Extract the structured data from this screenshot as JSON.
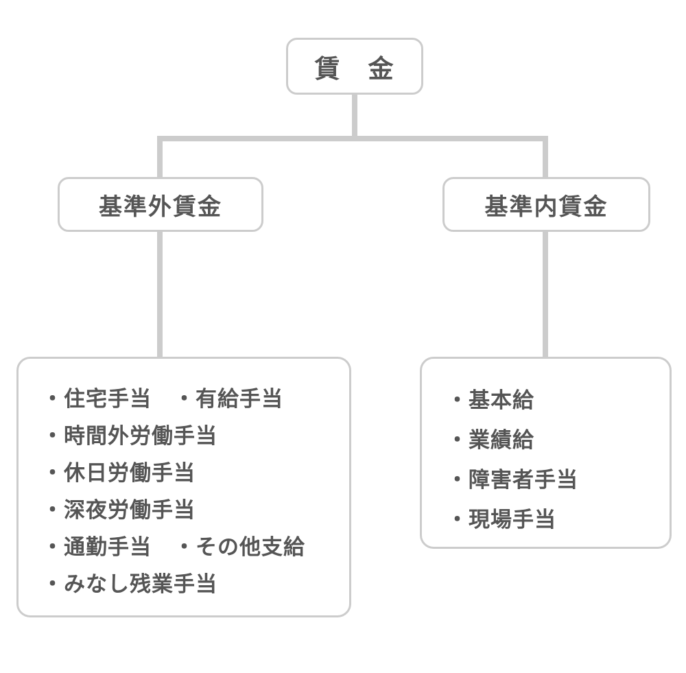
{
  "diagram": {
    "title_note": "wage classification tree",
    "root": {
      "label": "賃　金"
    },
    "branches": [
      {
        "label": "基準外賃金",
        "items": [
          "・住宅手当　・有給手当",
          "・時間外労働手当",
          "・休日労働手当",
          "・深夜労働手当",
          "・通勤手当　・その他支給",
          "・みなし残業手当"
        ]
      },
      {
        "label": "基準内賃金",
        "items": [
          "・基本給",
          "・業績給",
          "・障害者手当",
          "・現場手当"
        ]
      }
    ],
    "colors": {
      "background": "#ffffff",
      "box_border": "#cccccc",
      "connector": "#cccccc",
      "text": "#555555"
    }
  }
}
